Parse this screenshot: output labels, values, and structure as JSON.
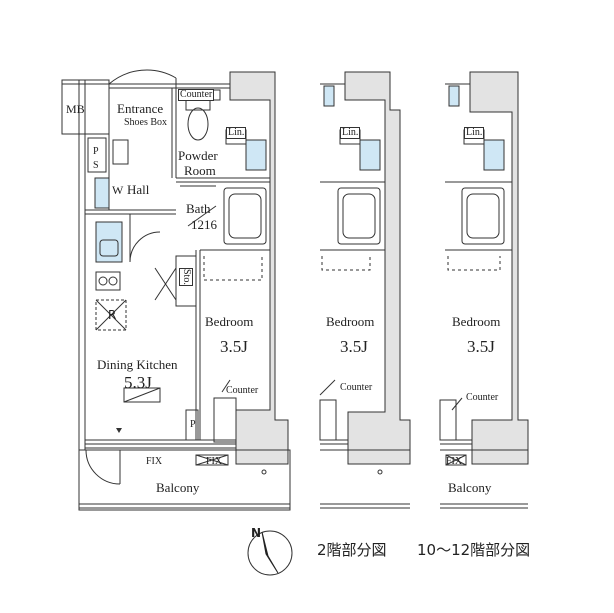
{
  "colors": {
    "wall": "#444444",
    "fixture_blue": "#a8d4ee",
    "line": "#333333"
  },
  "rooms": {
    "mb": "MB",
    "entrance": "Entrance",
    "shoes_box": "Shoes Box",
    "ps": "P\nS",
    "w": "W",
    "hall": "Hall",
    "counter_top": "Counter",
    "lin_1": "Lin.",
    "powder_room_line1": "Powder",
    "powder_room_line2": "Room",
    "bath": "Bath",
    "bath_size": "1216",
    "sto": "Sto.",
    "r": "R",
    "bedroom_1": "Bedroom",
    "bedroom_1_size": "3.5J",
    "dining_kitchen": "Dining Kitchen",
    "dining_kitchen_size": "5.3J",
    "counter_1": "Counter",
    "p": "P",
    "fix_1": "FIX",
    "fix_2": "FIX",
    "balcony_1": "Balcony"
  },
  "variant_2": {
    "lin": "Lin.",
    "bedroom": "Bedroom",
    "size": "3.5J",
    "counter": "Counter"
  },
  "variant_3": {
    "lin": "Lin.",
    "bedroom": "Bedroom",
    "size": "3.5J",
    "counter": "Counter",
    "fix": "FIX",
    "balcony": "Balcony"
  },
  "compass": {
    "north": "N"
  },
  "captions": {
    "floor_2": "2階部分図",
    "floors_10_12": "10～12階部分図"
  }
}
